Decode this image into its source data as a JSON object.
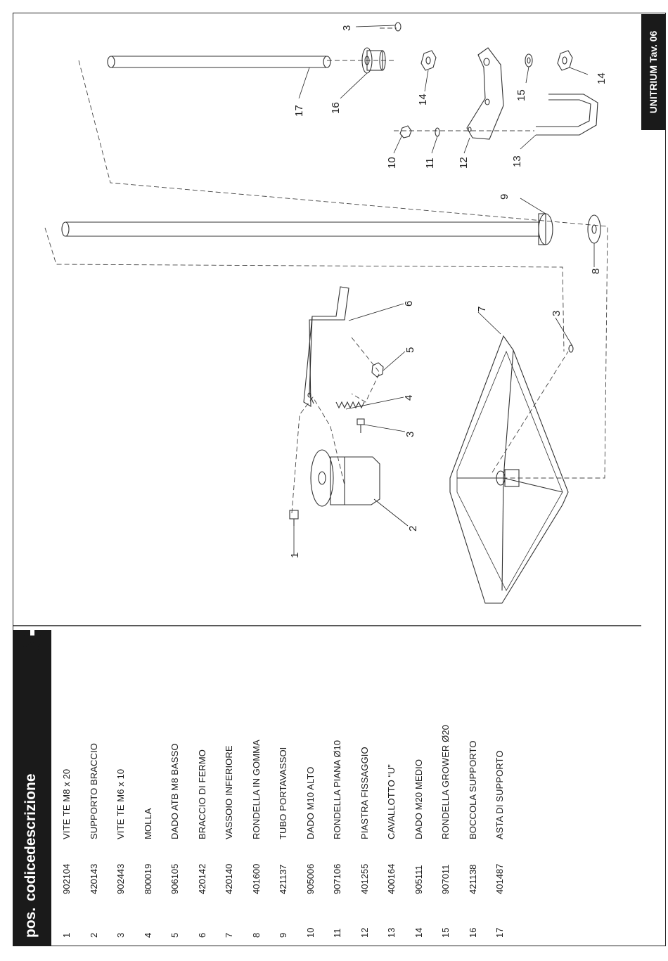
{
  "title": "UNITRIUM Tav. 06",
  "header": {
    "pos": "pos.",
    "codice": "codice",
    "descrizione": "descrizione"
  },
  "logo_icon": "gm-logo-icon",
  "parts": [
    {
      "pos": "1",
      "codice": "902104",
      "descrizione": "VITE TE M8 x 20"
    },
    {
      "pos": "2",
      "codice": "420143",
      "descrizione": "SUPPORTO BRACCIO"
    },
    {
      "pos": "3",
      "codice": "902443",
      "descrizione": "VITE TE M6 x 10"
    },
    {
      "pos": "4",
      "codice": "800019",
      "descrizione": "MOLLA"
    },
    {
      "pos": "5",
      "codice": "906105",
      "descrizione": "DADO ATB M8 BASSO"
    },
    {
      "pos": "6",
      "codice": "420142",
      "descrizione": "BRACCIO DI FERMO"
    },
    {
      "pos": "7",
      "codice": "420140",
      "descrizione": "VASSOIO INFERIORE"
    },
    {
      "pos": "8",
      "codice": "401600",
      "descrizione": "RONDELLA IN GOMMA"
    },
    {
      "pos": "9",
      "codice": "421137",
      "descrizione": "TUBO PORTAVASSOI"
    },
    {
      "pos": "10",
      "codice": "905006",
      "descrizione": "DADO M10 ALTO"
    },
    {
      "pos": "11",
      "codice": "907106",
      "descrizione": "RONDELLA PIANA Ø10"
    },
    {
      "pos": "12",
      "codice": "401255",
      "descrizione": "PIASTRA FISSAGGIO"
    },
    {
      "pos": "13",
      "codice": "400164",
      "descrizione": "CAVALLOTTO “U”"
    },
    {
      "pos": "14",
      "codice": "905111",
      "descrizione": "DADO M20 MEDIO"
    },
    {
      "pos": "15",
      "codice": "907011",
      "descrizione": "RONDELLA GROWER Ø20"
    },
    {
      "pos": "16",
      "codice": "421138",
      "descrizione": "BOCCOLA SUPPORTO"
    },
    {
      "pos": "17",
      "codice": "401487",
      "descrizione": "ASTA DI SUPPORTO"
    }
  ],
  "callouts": [
    "1",
    "2",
    "3",
    "4",
    "5",
    "6",
    "7",
    "3",
    "8",
    "9",
    "10",
    "11",
    "12",
    "13",
    "14",
    "15",
    "14",
    "16",
    "17",
    "3"
  ]
}
